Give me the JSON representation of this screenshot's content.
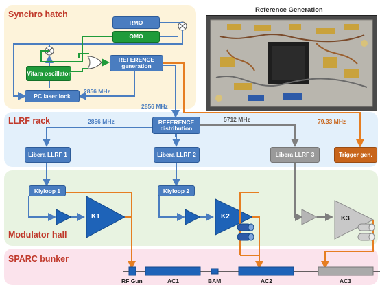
{
  "regions": {
    "synchro_hatch": "Synchro hatch",
    "llrf_rack": "LLRF rack",
    "modulator_hall": "Modulator hall",
    "sparc_bunker": "SPARC bunker"
  },
  "photo": {
    "title": "Reference Generation"
  },
  "boxes": {
    "rmo": "RMO",
    "omo": "OMO",
    "vitara": "Vitara oscillator",
    "ref_gen": "REFERENCE generation",
    "pc_laser": "PC laser lock",
    "ref_dist": "REFERENCE distribution",
    "libera1": "Libera LLRF 1",
    "libera2": "Libera LLRF 2",
    "libera3": "Libera LLRF 3",
    "trigger": "Trigger gen.",
    "klyloop1": "Klyloop 1",
    "klyloop2": "Klyloop 2"
  },
  "labels": {
    "f2856_a": "2856 MHz",
    "f2856_b": "2856 MHz",
    "f2856_c": "2856 MHz",
    "f5712": "5712 MHz",
    "f7933": "79.33 MHz",
    "k1": "K1",
    "k2": "K2",
    "k3": "K3",
    "rf_gun": "RF Gun",
    "ac1": "AC1",
    "bam": "BAM",
    "ac2": "AC2",
    "ac3": "AC3"
  },
  "colors": {
    "blue_line": "#4a7dc0",
    "green_line": "#1f9b3a",
    "orange_line": "#e67e22",
    "gray_line": "#7f7f7f",
    "title_red": "#c0392b"
  }
}
